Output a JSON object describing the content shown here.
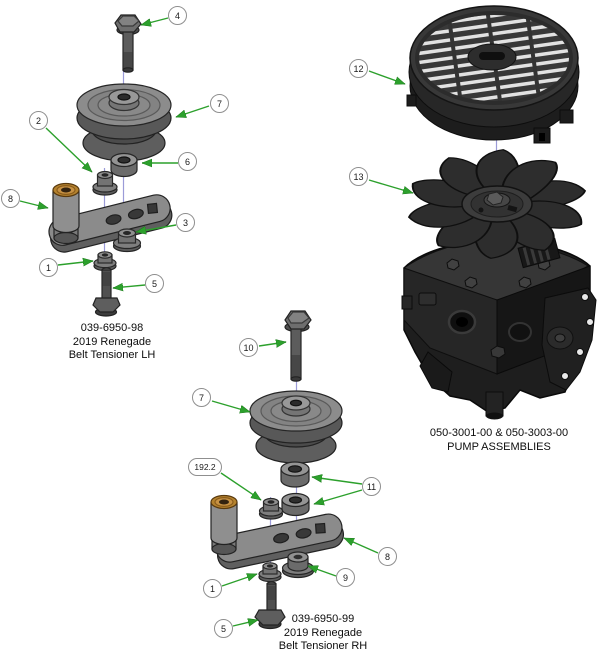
{
  "assemblies": [
    {
      "id": "belt-tensioner-lh",
      "caption": [
        "039-6950-98",
        "2019 Renegade",
        "Belt Tensioner LH"
      ]
    },
    {
      "id": "belt-tensioner-rh",
      "caption": [
        "039-6950-99",
        "2019 Renegade",
        "Belt Tensioner RH"
      ]
    },
    {
      "id": "pump-assemblies",
      "caption": [
        "050-3001-00 & 050-3003-00",
        "PUMP ASSEMBLIES"
      ]
    }
  ],
  "callouts": [
    {
      "label": "4"
    },
    {
      "label": "7"
    },
    {
      "label": "2"
    },
    {
      "label": "6"
    },
    {
      "label": "8"
    },
    {
      "label": "3"
    },
    {
      "label": "1"
    },
    {
      "label": "5"
    },
    {
      "label": "10"
    },
    {
      "label": "7"
    },
    {
      "label": "192.2"
    },
    {
      "label": "11"
    },
    {
      "label": "8"
    },
    {
      "label": "1"
    },
    {
      "label": "9"
    },
    {
      "label": "5"
    },
    {
      "label": "12"
    },
    {
      "label": "13"
    }
  ],
  "colors": {
    "arrow_green": "#2ca02c",
    "centerline_lavender": "#9b9bd8",
    "brass_bushing": "#b5832e",
    "part_gray": "#8c8c8c",
    "pump_dark": "#1e1e1e",
    "background": "#ffffff"
  }
}
